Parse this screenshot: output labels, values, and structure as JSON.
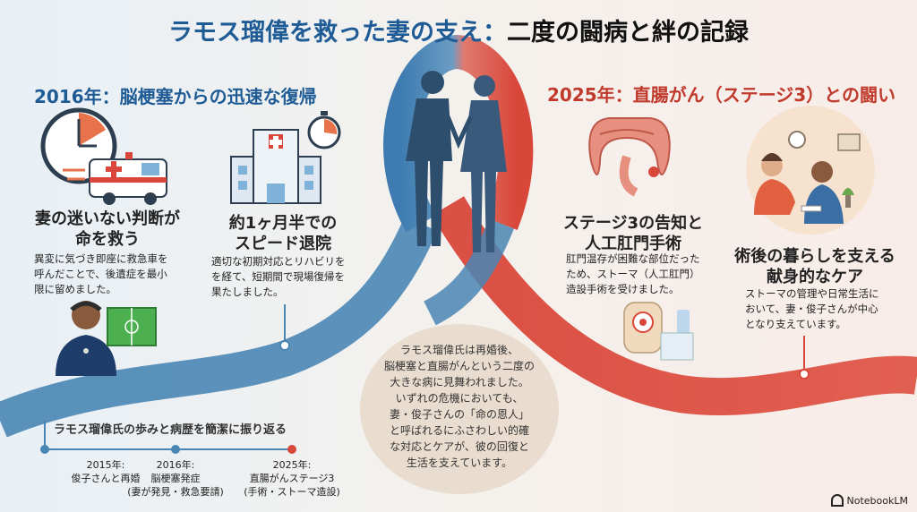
{
  "title": {
    "main": "ラモス瑠偉を救った妻の支え",
    "sep": "：",
    "sub": "二度の闘病と絆の記録"
  },
  "left": {
    "heading": "2016年：脳梗塞からの迅速な復帰",
    "card1": {
      "title_line1": "妻の迷いない判断が",
      "title_line2": "命を救う",
      "desc": [
        "異変に気づき即座に救急車を",
        "呼んだことで、後遺症を最小",
        "限に留めました。"
      ]
    },
    "card2": {
      "title_line1": "約1ヶ月半での",
      "title_line2": "スピード退院",
      "desc": [
        "適切な初期対応とリハビリを",
        "を経て、短期間で現場復帰を",
        "果たしました。"
      ]
    }
  },
  "right": {
    "heading": "2025年：直腸がん（ステージ3）との闘い",
    "card1": {
      "title_line1": "ステージ3の告知と",
      "title_line2": "人工肛門手術",
      "desc": [
        "肛門温存が困難な部位だった",
        "ため、ストーマ（人工肛門）",
        "造設手術を受けました。"
      ]
    },
    "card2": {
      "title_line1": "術後の暮らしを支える",
      "title_line2": "献身的なケア",
      "desc": [
        "ストーマの管理や日常生活に",
        "おいて、妻・俊子さんが中心",
        "となり支えています。"
      ]
    }
  },
  "story": {
    "lines": [
      "ラモス瑠偉氏は再婚後、",
      "脳梗塞と直腸がんという二度の",
      "大きな病に見舞われました。",
      "いずれの危機においても、",
      "妻・俊子さんの「命の恩人」",
      "と呼ばれるにふさわしい的確",
      "な対応とケアが、彼の回復と",
      "生活を支えています。"
    ]
  },
  "timeline": {
    "title": "ラモス瑠偉氏の歩みと病歴を簡潔に振り返る",
    "events": [
      {
        "year": "2015年:",
        "detail1": "俊子さんと再婚",
        "detail2": ""
      },
      {
        "year": "2016年:",
        "detail1": "脳梗塞発症",
        "detail2": "(妻が発見・救急要請)"
      },
      {
        "year": "2025年:",
        "detail1": "直腸がんステージ3",
        "detail2": "(手術・ストーマ造設)"
      }
    ]
  },
  "brand": {
    "label": "NotebookLM"
  },
  "colors": {
    "blue": "#1f5c96",
    "red": "#c0392b",
    "ribbon_blue": "#4a86b4",
    "ribbon_red": "#d9473a"
  }
}
